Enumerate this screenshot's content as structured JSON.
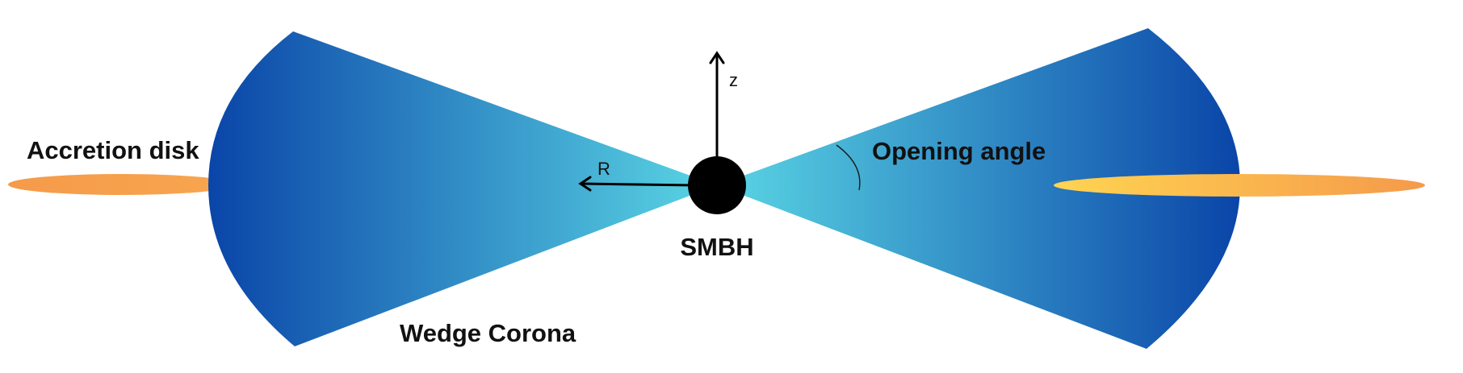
{
  "labels": {
    "accretion_disk": "Accretion disk",
    "opening_angle": "Opening angle",
    "smbh": "SMBH",
    "wedge_corona": "Wedge Corona",
    "z_axis": "z",
    "r_axis": "R"
  },
  "colors": {
    "corona_center": "#5ad6e4",
    "corona_edge": "#0a45a8",
    "disk_left": "#f59a4a",
    "disk_right_inner": "#ffd452",
    "disk_right_outer": "#f59a4a",
    "black_hole": "#000000",
    "text": "#111111"
  }
}
